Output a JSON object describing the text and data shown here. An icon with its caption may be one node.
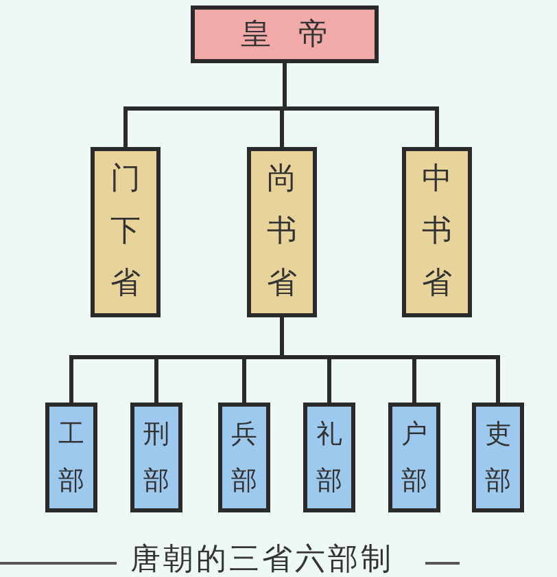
{
  "diagram": {
    "caption": "唐朝的三省六部制",
    "nodes": [
      {
        "text": [
          "皇帝"
        ]
      },
      {
        "text": [
          "门下省"
        ]
      },
      {
        "text": [
          "尚书省"
        ]
      },
      {
        "text": [
          "中书省"
        ]
      },
      {
        "text": [
          "工部"
        ]
      },
      {
        "text": [
          "刑部"
        ]
      },
      {
        "text": [
          "兵部"
        ]
      },
      {
        "text": [
          "礼部"
        ]
      },
      {
        "text": [
          "户部"
        ]
      },
      {
        "text": [
          "吏部"
        ]
      }
    ],
    "edges": [
      {
        "from": 0,
        "to": 1,
        "arrow": "none"
      },
      {
        "from": 0,
        "to": 2,
        "arrow": "none"
      },
      {
        "from": 0,
        "to": 3,
        "arrow": "none"
      },
      {
        "from": 2,
        "to": 4,
        "arrow": "none"
      },
      {
        "from": 2,
        "to": 5,
        "arrow": "none"
      },
      {
        "from": 2,
        "to": 6,
        "arrow": "none"
      },
      {
        "from": 2,
        "to": 7,
        "arrow": "none"
      },
      {
        "from": 2,
        "to": 8,
        "arrow": "none"
      },
      {
        "from": 2,
        "to": 9,
        "arrow": "none"
      }
    ]
  }
}
